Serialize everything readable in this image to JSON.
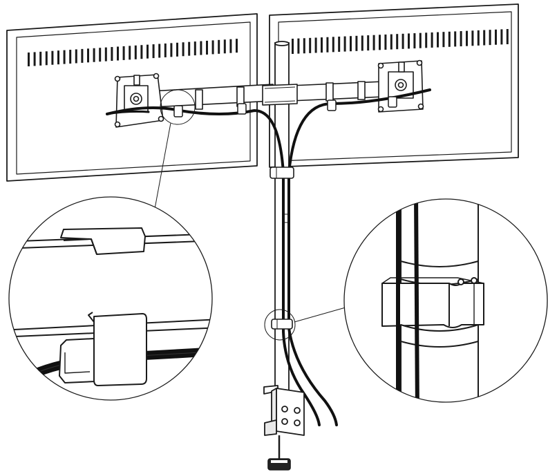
{
  "colors": {
    "background": "#ffffff",
    "line": "#1a1a1a",
    "cable": "#111111",
    "fill_light": "#ffffff",
    "fill_shade": "#e9e9e9"
  },
  "parts": [
    "left-monitor",
    "right-monitor",
    "center-pole",
    "monitor-arm",
    "vesa-mount-left",
    "vesa-mount-right",
    "cable-clip",
    "pole-cable-collar",
    "desk-clamp",
    "clamp-knob",
    "cables"
  ],
  "insets": [
    {
      "id": "arm-cable-clip-detail",
      "shows": "cable-clip"
    },
    {
      "id": "pole-cable-collar-detail",
      "shows": "pole-cable-collar"
    }
  ]
}
